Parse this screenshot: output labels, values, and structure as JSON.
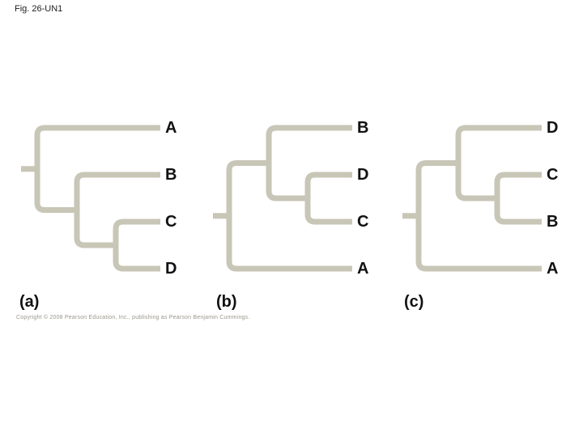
{
  "figure": {
    "label": "Fig. 26-UN1"
  },
  "footer": {
    "copyright": "Copyright © 2008 Pearson Education, Inc., publishing as Pearson Benjamin Cummings."
  },
  "colors": {
    "branch": "#c8c6b6",
    "text": "#111111",
    "copyright": "#9a978c",
    "background": "#ffffff"
  },
  "chart_data": {
    "type": "cladogram-set",
    "description": "Three alternative phylogenetic tree (cladogram) topologies for four taxa",
    "trees": [
      {
        "panel_label": "(a)",
        "taxa_top_to_bottom": [
          "A",
          "B",
          "C",
          "D"
        ],
        "newick": "(A,(B,(C,D)))",
        "topology": [
          "A",
          [
            "B",
            [
              "C",
              "D"
            ]
          ]
        ]
      },
      {
        "panel_label": "(b)",
        "taxa_top_to_bottom": [
          "B",
          "D",
          "C",
          "A"
        ],
        "newick": "((B,(D,C)),A)",
        "topology": [
          [
            "B",
            [
              "D",
              "C"
            ]
          ],
          "A"
        ]
      },
      {
        "panel_label": "(c)",
        "taxa_top_to_bottom": [
          "D",
          "C",
          "B",
          "A"
        ],
        "newick": "((D,(C,B)),A)",
        "topology": [
          [
            "D",
            [
              "C",
              "B"
            ]
          ],
          "A"
        ]
      }
    ]
  }
}
